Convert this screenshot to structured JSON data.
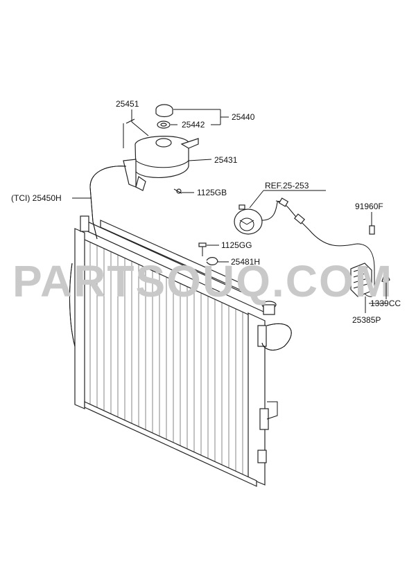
{
  "watermark": "PARTSOUQ.COM",
  "labels": {
    "p25451": "25451",
    "p25442": "25442",
    "p25440": "25440",
    "p25431": "25431",
    "p1125GB": "1125GB",
    "p25450H": "(TCI) 25450H",
    "ref25253": "REF.25-253",
    "p91960F": "91960F",
    "p1125GG": "1125GG",
    "p25481H": "25481H",
    "p1339CC": "1339CC",
    "p25385P": "25385P"
  }
}
